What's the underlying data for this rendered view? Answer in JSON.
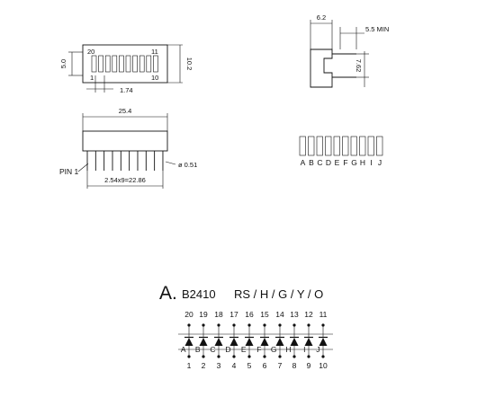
{
  "top_view": {
    "pin_label_top_left": "20",
    "pin_label_top_right": "11",
    "pin_label_bottom_left": "1",
    "pin_label_bottom_right": "10",
    "dim_height": "5.0",
    "dim_width_right": "10.2",
    "dim_pitch": "1.74"
  },
  "front_view": {
    "dim_length": "25.4",
    "pin1_label": "PIN 1",
    "pin_diameter": "ø 0.51",
    "pin_span": "2.54x9=22.86"
  },
  "side_view": {
    "dim_depth": "6.2",
    "dim_pin_length": "5.5 MIN",
    "dim_row_spacing": "7.62"
  },
  "segment_view": {
    "segment_letters": [
      "A",
      "B",
      "C",
      "D",
      "E",
      "F",
      "G",
      "H",
      "I",
      "J"
    ]
  },
  "part": {
    "prefix": "A.",
    "model": "B2410",
    "variants": "RS / H / G / Y / O"
  },
  "circuit": {
    "top_pins": [
      "20",
      "19",
      "18",
      "17",
      "16",
      "15",
      "14",
      "13",
      "12",
      "11"
    ],
    "bottom_pins": [
      "1",
      "2",
      "3",
      "4",
      "5",
      "6",
      "7",
      "8",
      "9",
      "10"
    ],
    "segment_letters": [
      "A",
      "B",
      "C",
      "D",
      "E",
      "F",
      "G",
      "H",
      "I",
      "J"
    ]
  }
}
